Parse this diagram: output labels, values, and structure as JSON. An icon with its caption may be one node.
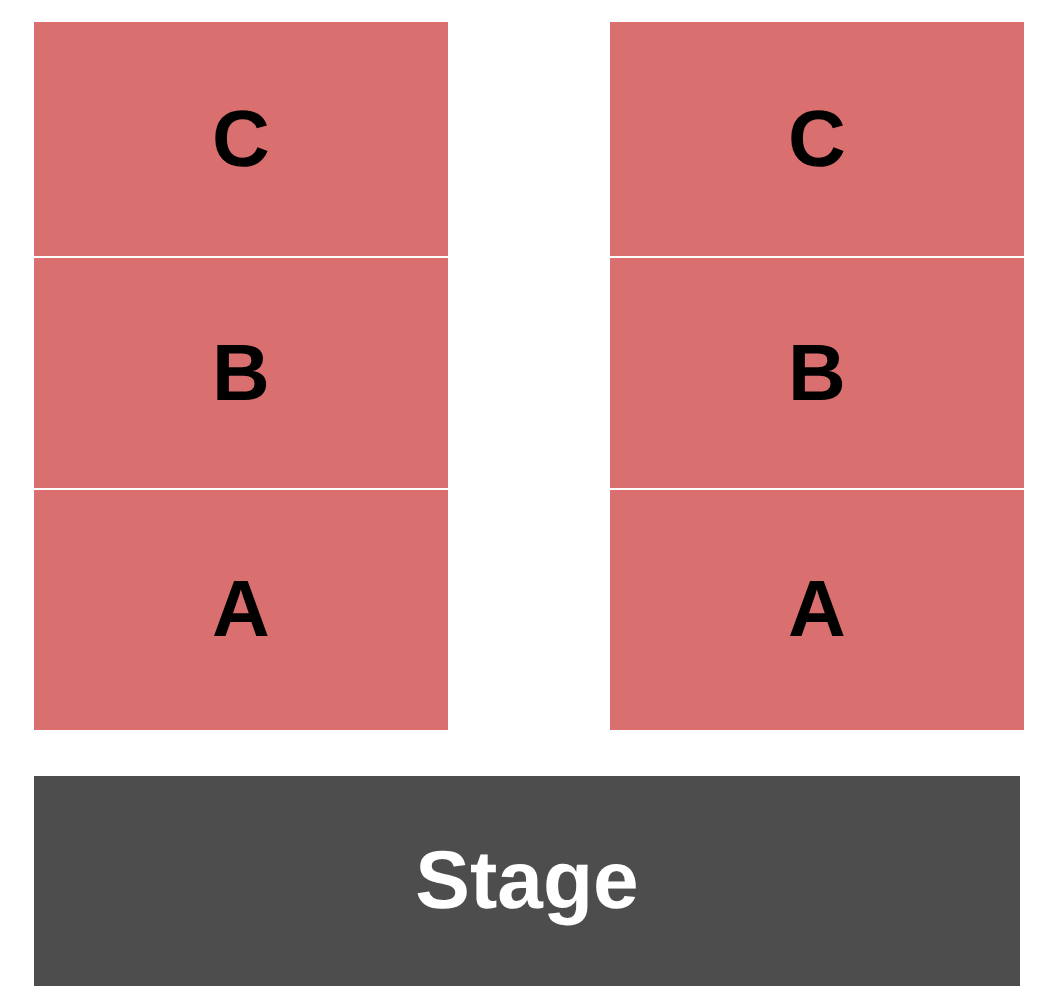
{
  "diagram": {
    "nodes": [
      {
        "text": [
          "C"
        ]
      },
      {
        "text": [
          "C"
        ]
      },
      {
        "text": [
          "B"
        ]
      },
      {
        "text": [
          "B"
        ]
      },
      {
        "text": [
          "A"
        ]
      },
      {
        "text": [
          "A"
        ]
      },
      {
        "text": [
          "Stage"
        ]
      }
    ],
    "edges": []
  }
}
